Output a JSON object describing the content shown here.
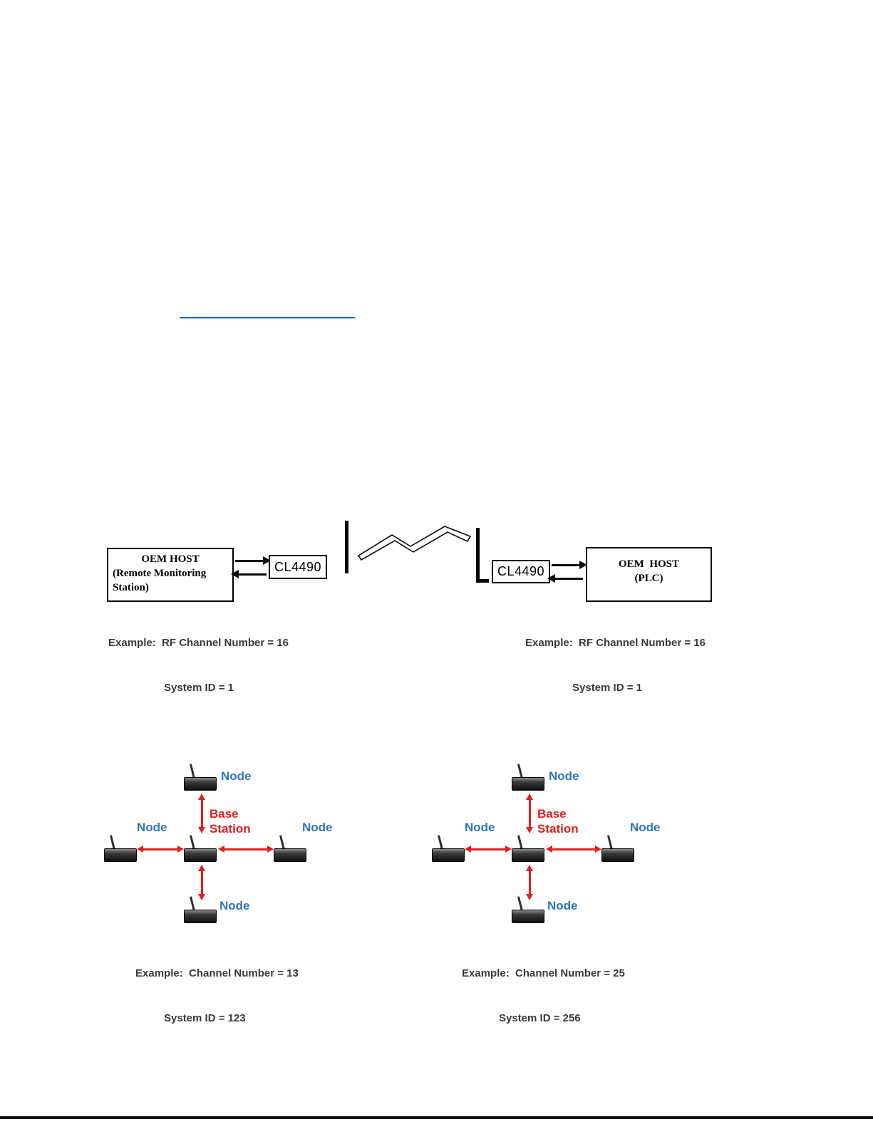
{
  "hyperlink": {
    "text": ""
  },
  "p2p_diagram": {
    "left_host": {
      "line1": "OEM HOST",
      "line2": "(Remote Monitoring",
      "line3": "Station)"
    },
    "right_host": {
      "line1": "OEM  HOST",
      "line2": "(PLC)"
    },
    "modem_label": "CL4490",
    "left_example": {
      "line1": "Example:  RF Channel Number = 16",
      "line2": "System ID = 1"
    },
    "right_example": {
      "line1": "Example:  RF Channel Number = 16",
      "line2": "System ID = 1"
    }
  },
  "star_networks": {
    "node_label": "Node",
    "base_station_label": "Base Station",
    "left": {
      "example_line1": "Example:  Channel Number = 13",
      "example_line2": "System ID = 123"
    },
    "right": {
      "example_line1": "Example:  Channel Number = 25",
      "example_line2": "System ID = 256"
    }
  },
  "colors": {
    "node_blue": "#2e75b6",
    "base_red": "#e02020",
    "link_blue": "#0563c1",
    "line_black": "#0a0a0a"
  }
}
